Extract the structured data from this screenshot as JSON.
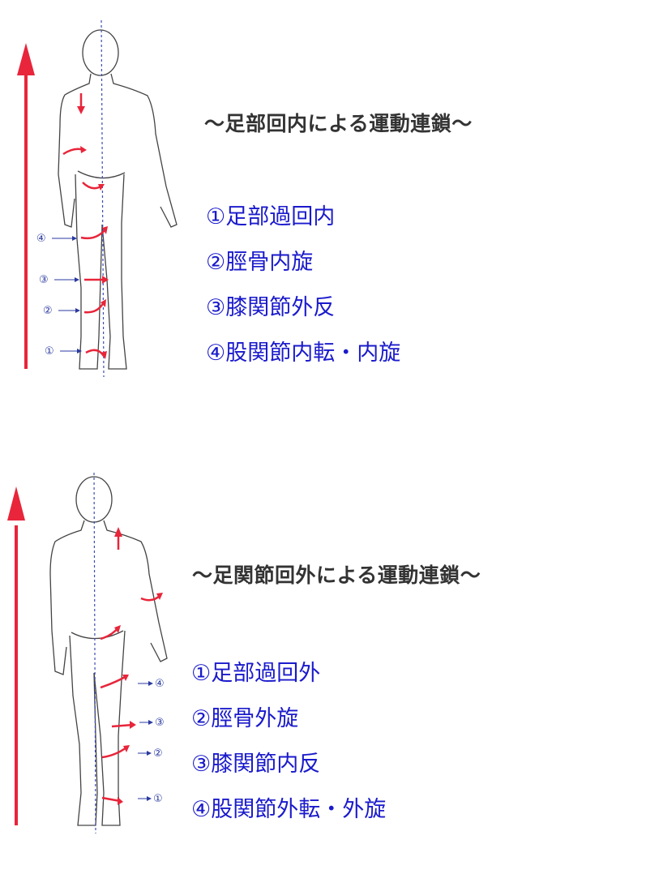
{
  "panels": [
    {
      "title": "〜足部回内による運動連鎖〜",
      "steps": [
        "①足部過回内",
        "②脛骨内旋",
        "③膝関節外反",
        "④股関節内転・内旋"
      ],
      "markers": [
        "④",
        "③",
        "②",
        "①"
      ]
    },
    {
      "title": "〜足関節回外による運動連鎖〜",
      "steps": [
        "①足部過回外",
        "②脛骨外旋",
        "③膝関節内反",
        "④股関節外転・外旋"
      ],
      "markers": [
        "④",
        "③",
        "②",
        "①"
      ]
    }
  ],
  "colors": {
    "arrow": "#e8253a",
    "step_text": "#1a1acc",
    "title_text": "#333333",
    "midline": "#3a4db0",
    "outline": "#444444"
  },
  "icons": [
    "upward-arrow-icon",
    "rotation-arrow-icon",
    "body-outline-illustration"
  ]
}
